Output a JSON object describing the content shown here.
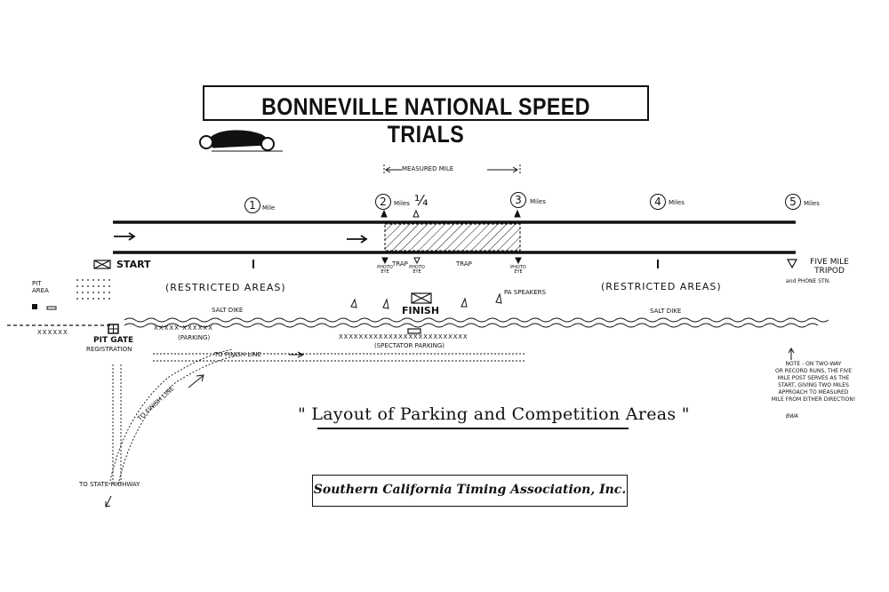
{
  "title": "BONNEVILLE NATIONAL SPEED TRIALS",
  "measured_mile": "MEASURED MILE",
  "mile_markers": {
    "m1_num": "1",
    "m1_text": "Mile",
    "m2_num": "2",
    "m2_text": "Miles",
    "m2_quarter": "¼",
    "m3_num": "3",
    "m3_text": "Miles",
    "m4_num": "4",
    "m4_text": "Miles",
    "m5_num": "5",
    "m5_text": "Miles"
  },
  "track": {
    "start": "START",
    "photo_eye_1": "PHOTO EYE",
    "photo_eye_2": "PHOTO EYE",
    "photo_eye_3": "PHOTO EYE",
    "trap_1": "TRAP",
    "trap_2": "TRAP",
    "five_mile_tripod": "FIVE MILE TRIPOD",
    "phone": "and PHONE STN."
  },
  "areas": {
    "pit_area": "PIT AREA",
    "restricted_left": "(RESTRICTED AREAS)",
    "restricted_right": "(RESTRICTED AREAS)",
    "finish": "FINISH",
    "pa_speakers": "PA SPEAKERS",
    "salt_dike_left": "SALT DIKE",
    "salt_dike_right": "SALT DIKE",
    "xmarks_left": "XXXXXX",
    "xmarks_parking": "XXXXX XXXXXX",
    "parking": "(PARKING)",
    "xmarks_spectator": "XXXXXXXXXXXXXXXXXXXXXXXXXX",
    "spectator_parking": "(SPECTATOR PARKING)",
    "pit_gate": "PIT GATE",
    "registration": "REGISTRATION",
    "to_finish_line_1": "TO FINISH LINE",
    "to_finish_line_2": "TO FINISH LINE",
    "to_state_highway": "TO STATE HIGHWAY"
  },
  "note": {
    "line1": "NOTE - ON TWO-WAY",
    "line2": "OR RECORD RUNS, THE FIVE",
    "line3": "MILE POST SERVES AS THE",
    "line4": "START, GIVING TWO MILES",
    "line5": "APPROACH TO MEASURED",
    "line6": "MILE FROM EITHER DIRECTION!",
    "initials": "BWA"
  },
  "subtitle": "\" Layout of Parking and Competition Areas \"",
  "organization": "Southern California Timing Association, Inc."
}
